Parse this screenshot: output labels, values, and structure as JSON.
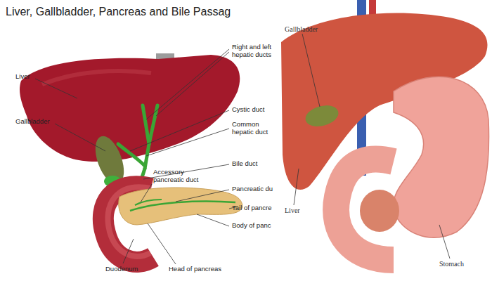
{
  "diagram": {
    "title": "Liver, Gallbladder, Pancreas and Bile Passag",
    "labels": [
      "Liver",
      "Gallbladder",
      "Right and left hepatic ducts",
      "Cystic duct",
      "Common hepatic duct",
      "Bile duct",
      "Accessory pancreatic duct",
      "Pancreatic du",
      "Tail of pancre",
      "Body of panc",
      "Duodenum",
      "Head of pancreas",
      "Gallbladder",
      "Liver",
      "Stomach"
    ]
  }
}
